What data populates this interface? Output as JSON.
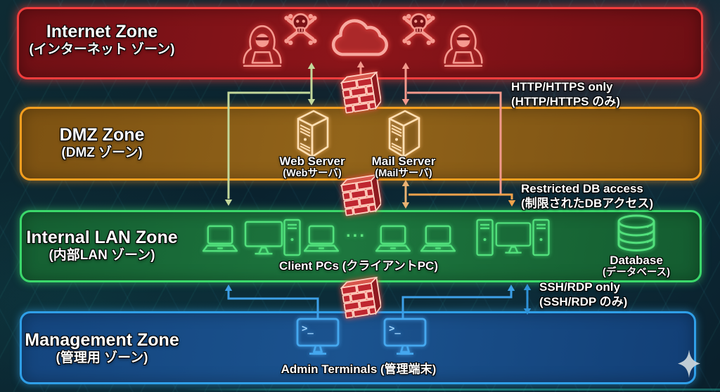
{
  "zones": [
    {
      "name": "internet",
      "title": "Internet Zone",
      "subtitle": "(インターネット ゾーン)",
      "border_color": "#f23d3d"
    },
    {
      "name": "dmz",
      "title": "DMZ Zone",
      "subtitle": "(DMZ ゾーン)",
      "border_color": "#f79f1f"
    },
    {
      "name": "internal_lan",
      "title": "Internal LAN Zone",
      "subtitle": "(内部LAN ゾーン)",
      "border_color": "#3bd96b"
    },
    {
      "name": "management",
      "title": "Management Zone",
      "subtitle": "(管理用 ゾーン)",
      "border_color": "#2f9fe8"
    }
  ],
  "nodes": {
    "web_server": {
      "label": "Web Server",
      "sublabel": "(Webサーバ)"
    },
    "mail_server": {
      "label": "Mail Server",
      "sublabel": "(Mailサーバ)"
    },
    "client_pcs": {
      "label": "Client PCs (クライアントPC)",
      "ellipsis": "..."
    },
    "database": {
      "label": "Database",
      "sublabel": "(データベース)"
    },
    "admin_terminals": {
      "label": "Admin Terminals (管理端末)",
      "prompt": ">_"
    }
  },
  "annotations": {
    "http": {
      "line1": "HTTP/HTTPS only",
      "line2": "(HTTP/HTTPS のみ)"
    },
    "db": {
      "line1": "Restricted DB access",
      "line2": "(制限されたDBアクセス)"
    },
    "ssh": {
      "line1": "SSH/RDP only",
      "line2": "(SSH/RDP のみ)"
    }
  },
  "icons": {
    "internet_zone": [
      "hacker-icon",
      "skull-crossbones-icon",
      "cloud-icon",
      "skull-crossbones-icon",
      "hacker-icon"
    ],
    "between_zones": "firewall-brick-icon",
    "dmz_zone": [
      "server-tower-icon",
      "server-tower-icon"
    ],
    "internal_lan_zone": [
      "laptop-icon",
      "desktop-monitor-icon",
      "pc-tower-icon",
      "database-icon"
    ],
    "management_zone": [
      "terminal-icon",
      "terminal-icon"
    ],
    "decoration": "sparkle-icon"
  },
  "colors": {
    "arrow_green": "#c3d89b",
    "arrow_salmon": "#f2998c",
    "arrow_tan": "#eab272",
    "arrow_orange": "#f0a24b",
    "arrow_blue": "#3da0e8",
    "icon_salmon": "#f59a90",
    "icon_cream": "#ffdfb3",
    "icon_green": "#52e07c",
    "icon_blue": "#45a8ef",
    "firewall_fill": "#bf2730",
    "firewall_outline": "#ffd2c2",
    "background": "#0c2530"
  }
}
